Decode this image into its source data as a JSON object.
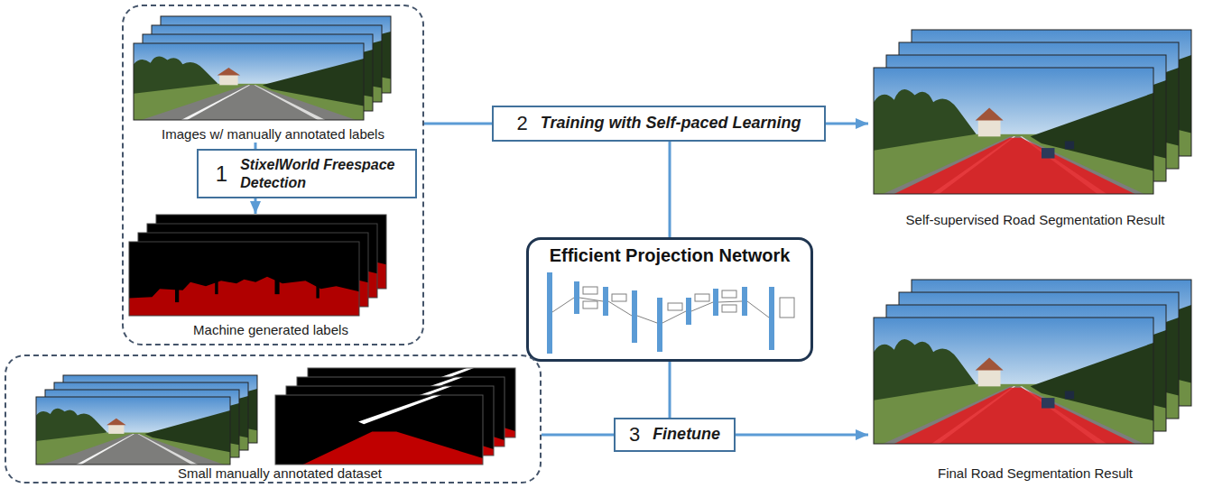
{
  "diagram": {
    "nodes": [
      {
        "text": []
      },
      {
        "text": [
          "Images w/ manually annotated labels"
        ],
        "in": 0
      },
      {
        "text": [
          "1",
          "StixelWorld Freespace Detection"
        ],
        "in": 0
      },
      {
        "text": [
          "Machine generated labels"
        ],
        "in": 0
      },
      {
        "text": [
          "2",
          "Training with Self-paced Learning"
        ]
      },
      {
        "text": [
          "Self-supervised Road Segmentation Result"
        ]
      },
      {
        "text": [
          "Efficient Projection Network"
        ]
      },
      {
        "text": []
      },
      {
        "text": [
          "Small manually annotated dataset"
        ],
        "in": 7
      },
      {
        "text": [
          "3",
          "Finetune"
        ]
      },
      {
        "text": [
          "Final Road Segmentation Result"
        ]
      }
    ],
    "edges": [
      {
        "from": 1,
        "to": 2,
        "arrow": "none"
      },
      {
        "from": 2,
        "to": 3,
        "arrow": "to"
      },
      {
        "from": 0,
        "to": 4,
        "arrow": "none"
      },
      {
        "from": 4,
        "to": 5,
        "arrow": "to"
      },
      {
        "from": 6,
        "to": 4,
        "arrow": "none"
      },
      {
        "from": 7,
        "to": 9,
        "arrow": "none"
      },
      {
        "from": 9,
        "to": 10,
        "arrow": "to"
      },
      {
        "from": 6,
        "to": 9,
        "arrow": "none"
      }
    ]
  }
}
